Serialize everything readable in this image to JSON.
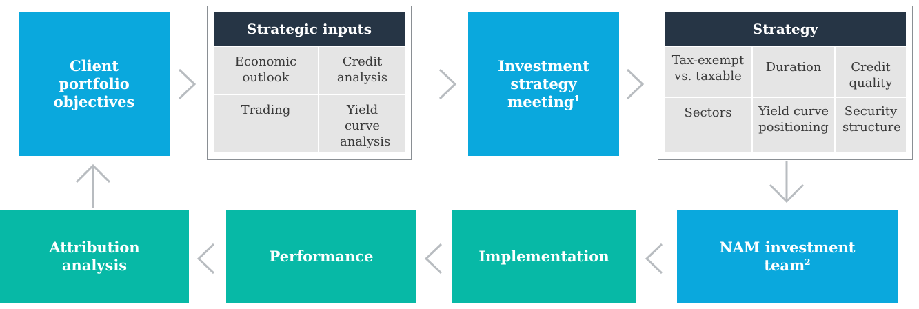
{
  "nodes": {
    "client_objectives": "Client portfolio objectives",
    "investment_meeting": "Investment strategy meeting",
    "investment_meeting_note": "1",
    "nam_team": "NAM investment team",
    "nam_team_note": "2",
    "implementation": "Implementation",
    "performance": "Performance",
    "attribution": "Attribution analysis"
  },
  "strategic_inputs": {
    "title": "Strategic inputs",
    "cells": [
      "Economic outlook",
      "Credit analysis",
      "Trading",
      "Yield curve analysis"
    ]
  },
  "strategy": {
    "title": "Strategy",
    "cells": [
      "Tax-exempt vs. taxable",
      "Duration",
      "Credit quality",
      "Sectors",
      "Yield curve positioning",
      "Security structure"
    ]
  },
  "colors": {
    "blue": "#0aa8dd",
    "teal": "#07b9a6",
    "header": "#263545",
    "cell": "#e5e5e5",
    "arrow": "#b8bcc0"
  }
}
